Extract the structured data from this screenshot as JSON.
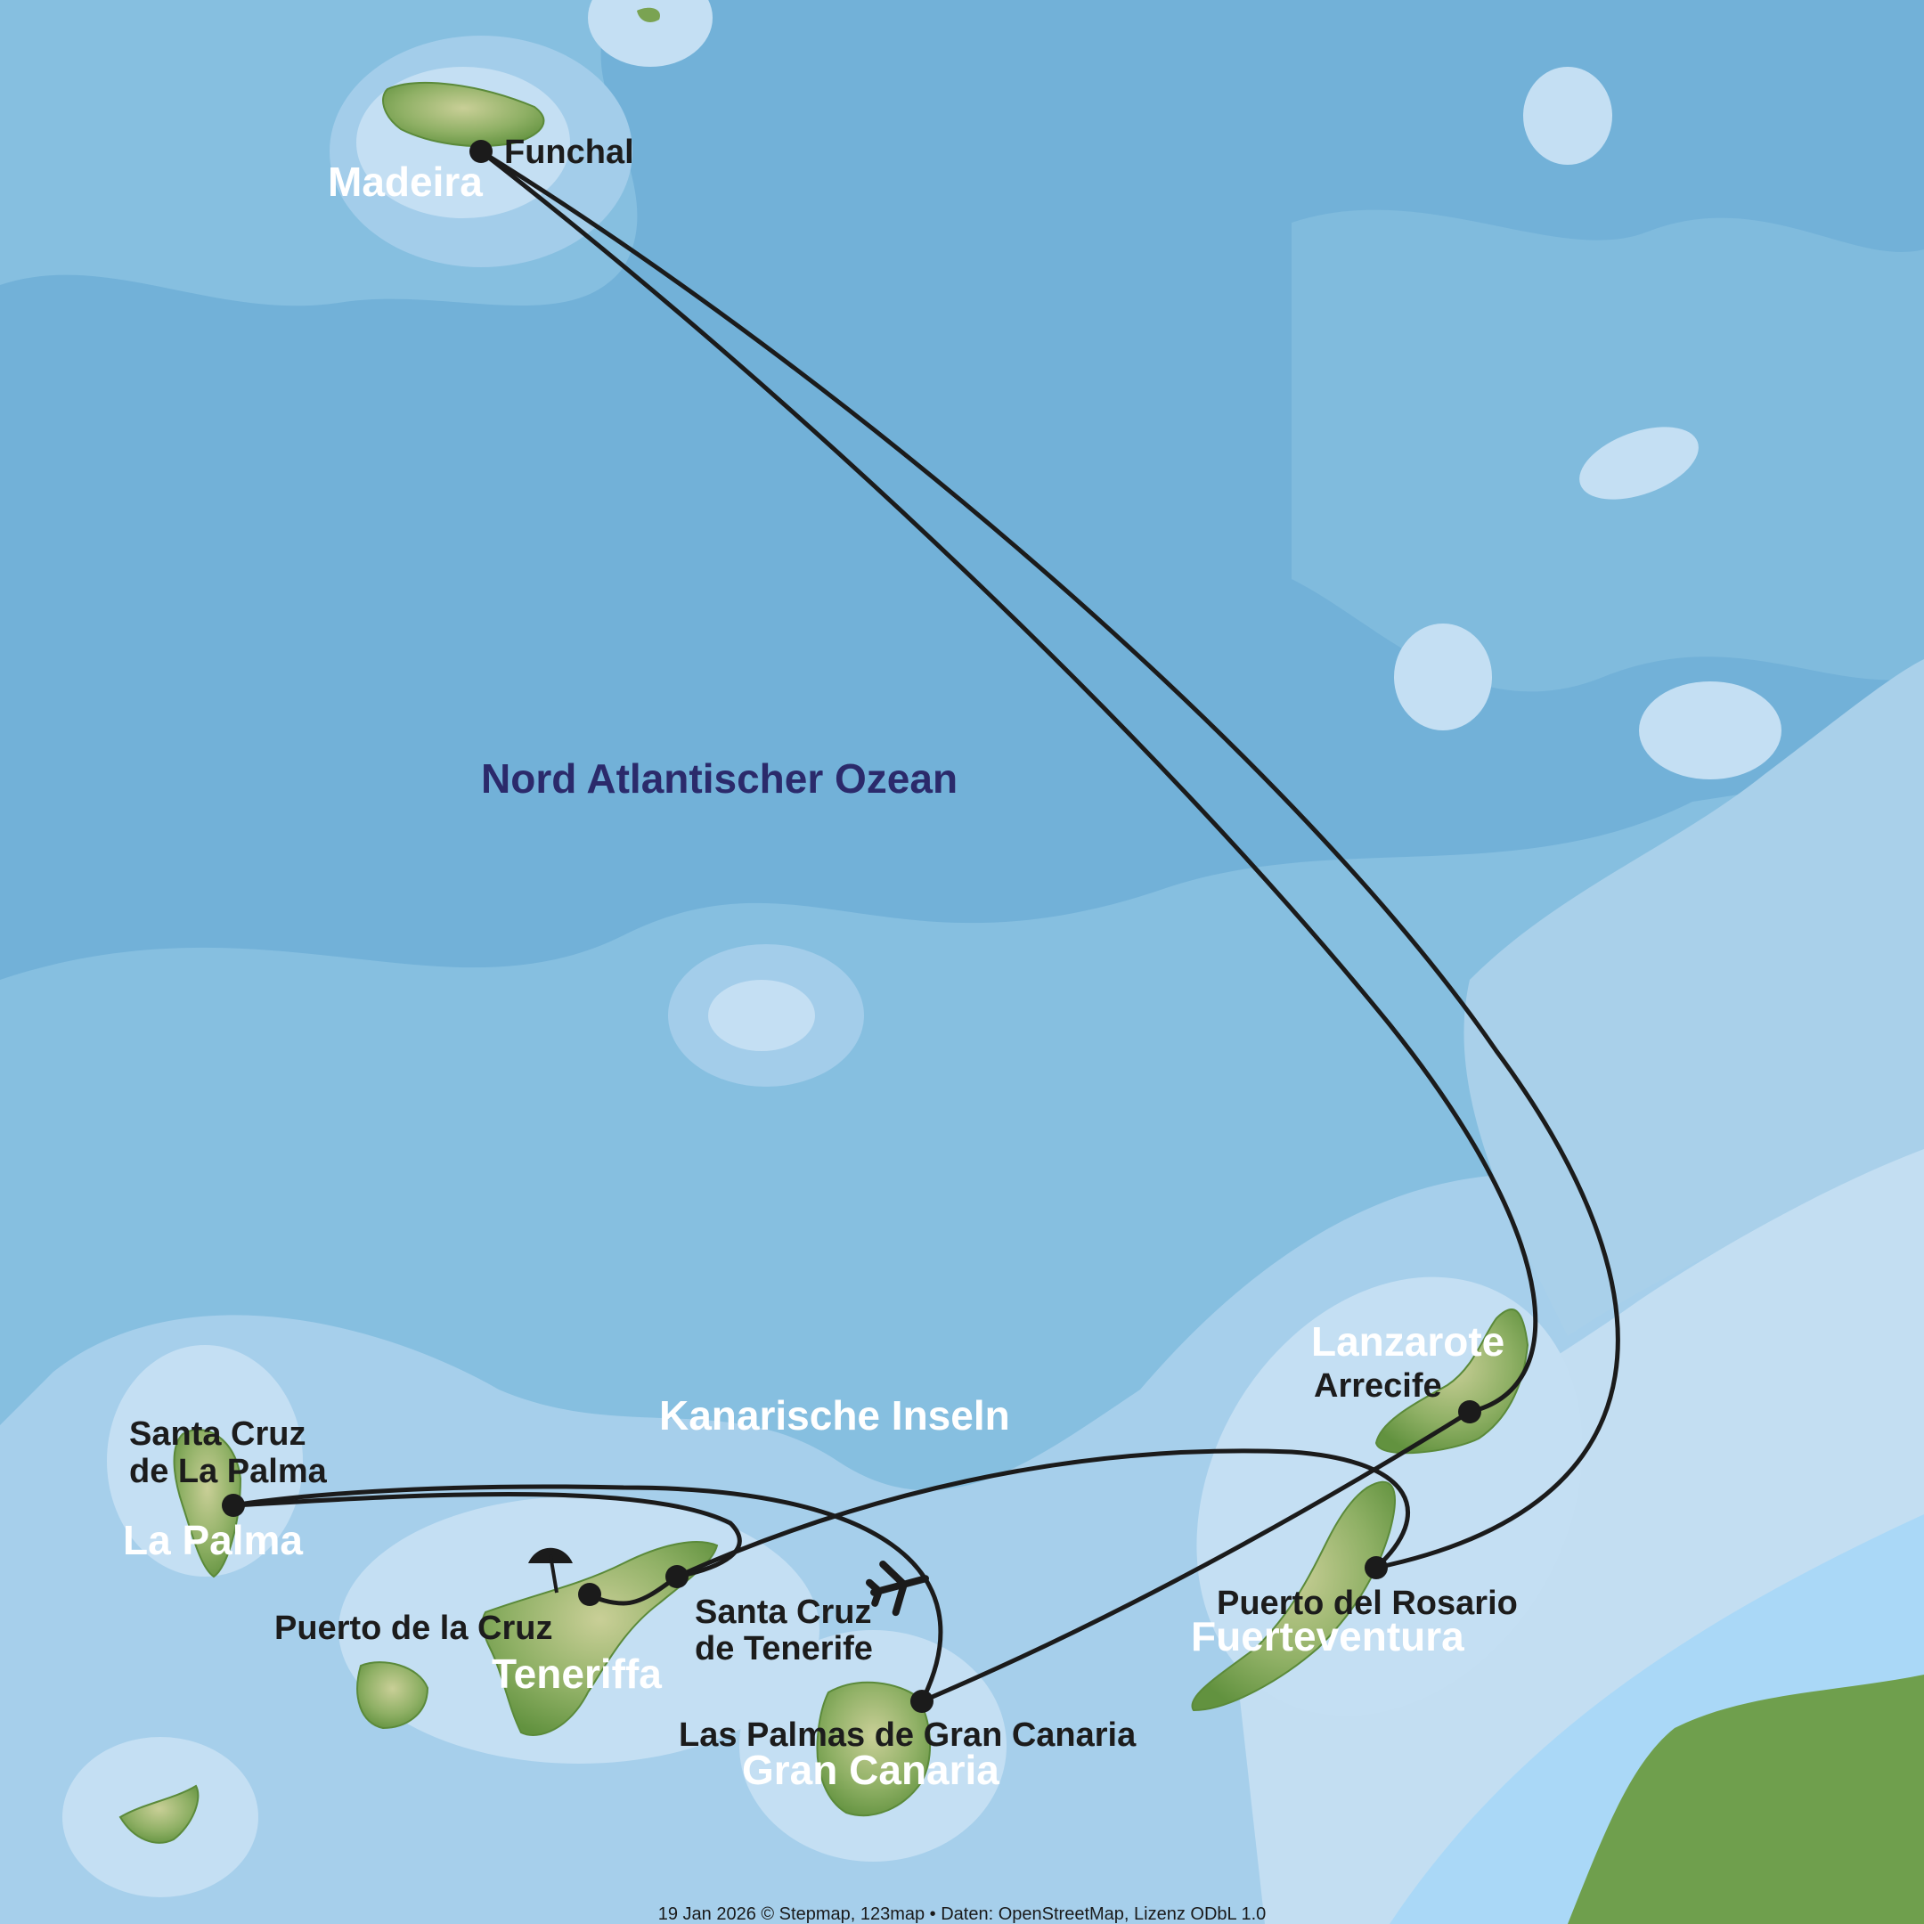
{
  "colors": {
    "deep_sea": "#6caed6",
    "mid_sea": "#86bfe0",
    "shelf": "#a8d0ec",
    "shallow": "#c6e0f3",
    "land": "#6f9f4d",
    "land_highlight": "#b9c78a",
    "route": "#1b1b1b",
    "ocean_label": "#2b2a6b"
  },
  "labels": {
    "ocean": "Nord Atlantischer Ozean",
    "region": "Kanarische Inseln",
    "islands": {
      "madeira": "Madeira",
      "la_palma": "La Palma",
      "tenerife": "Teneriffa",
      "gran_canaria": "Gran Canaria",
      "lanzarote": "Lanzarote",
      "fuerteventura": "Fuerteventura"
    },
    "cities": {
      "funchal": "Funchal",
      "santa_cruz_la_palma_1": "Santa Cruz",
      "santa_cruz_la_palma_2": "de La Palma",
      "puerto_de_la_cruz": "Puerto de la Cruz",
      "santa_cruz_tenerife_1": "Santa Cruz",
      "santa_cruz_tenerife_2": "de Tenerife",
      "las_palmas": "Las Palmas de Gran Canaria",
      "arrecife": "Arrecife",
      "puerto_del_rosario": "Puerto del Rosario"
    }
  },
  "icons": {
    "beach": "beach-umbrella-icon",
    "airport": "airplane-icon"
  },
  "credit": "19 Jan 2026 © Stepmap, 123map • Daten: OpenStreetMap, Lizenz ODbL 1.0"
}
